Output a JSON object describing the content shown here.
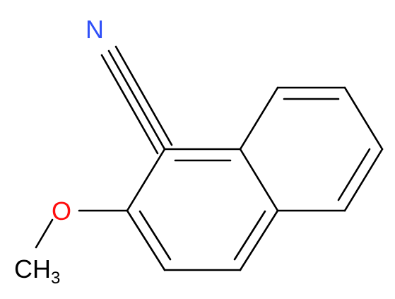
{
  "molecule": {
    "atoms": {
      "nitrogen": {
        "symbol": "N",
        "color": "#3050F8"
      },
      "oxygen": {
        "symbol": "O",
        "color": "#FF0D0D"
      },
      "methyl": {
        "symbol": "CH",
        "subscript": "3",
        "color": "#000000"
      }
    },
    "bond_color": "#000000"
  }
}
